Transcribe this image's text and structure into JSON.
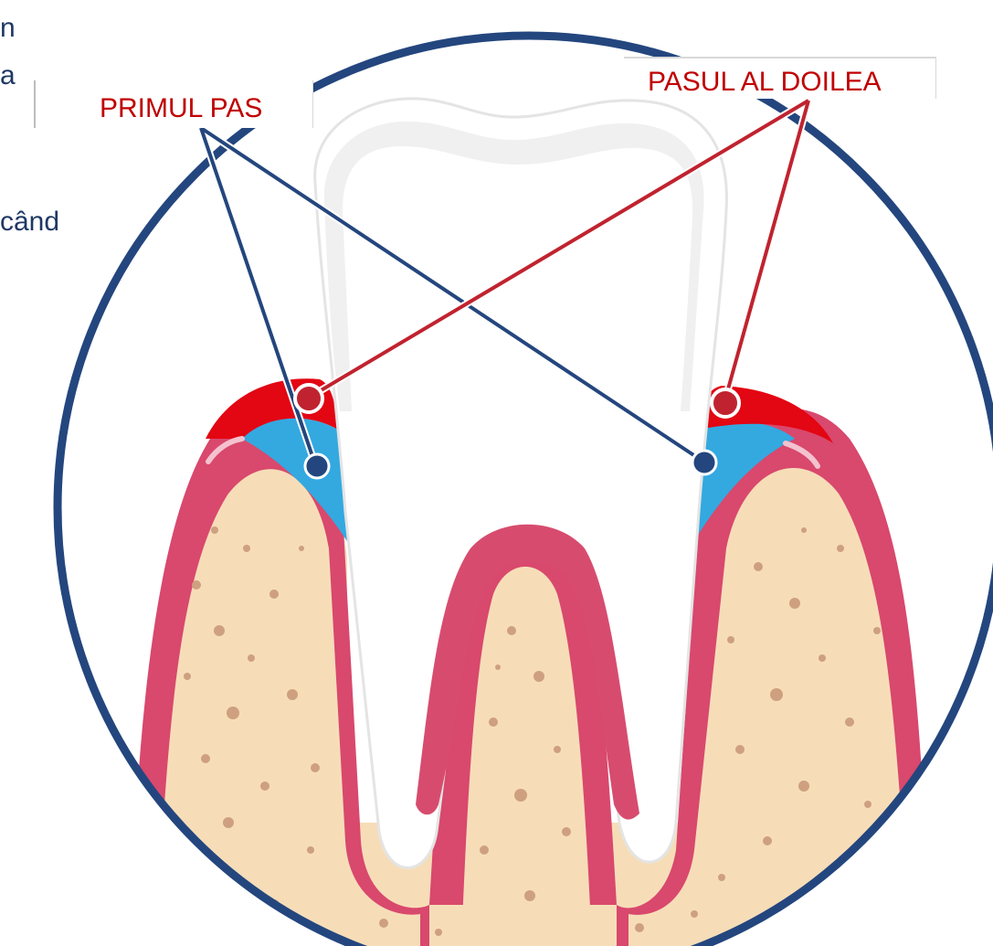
{
  "background_text": {
    "line1": "n",
    "line2": "a",
    "line3": "când"
  },
  "callouts": {
    "first": "PRIMUL PAS",
    "second": "PASUL AL DOILEA"
  },
  "colors": {
    "ring": "#24467e",
    "leader_first": "#24467e",
    "leader_second": "#c0232f",
    "gum_inflamed": "#e30613",
    "plaque": "#33a9e0",
    "gum_pink": "#d9486d",
    "bone": "#f6ddb8",
    "bone_spots": "#cea080",
    "tooth": "#ffffff",
    "pulp": "#d74c6e",
    "label_text": "#c00000",
    "body_text": "#1f3864"
  },
  "icons": {
    "marker_first": "dot-marker-blue",
    "marker_second": "ring-marker-red"
  }
}
